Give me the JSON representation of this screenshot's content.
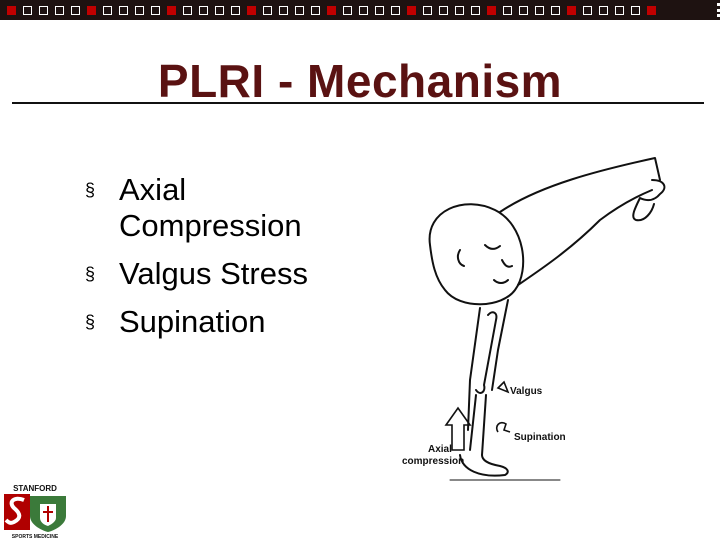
{
  "slide": {
    "title": "PLRI - Mechanism",
    "bullet_marker": "§",
    "bullets": [
      {
        "line1": "Axial",
        "line2": "Compression"
      },
      {
        "line1": "Valgus Stress"
      },
      {
        "line1": "Supination"
      }
    ]
  },
  "figure": {
    "labels": {
      "valgus": "Valgus",
      "supination": "Supination",
      "axial_line1": "Axial",
      "axial_line2": "compression"
    }
  },
  "logo": {
    "top_text": "STANFORD",
    "bottom_text": "SPORTS MEDICINE"
  },
  "colors": {
    "title": "#5a1212",
    "top_bar": "#1e1211",
    "accent_red": "#c00000",
    "logo_green": "#3b7a3a"
  }
}
